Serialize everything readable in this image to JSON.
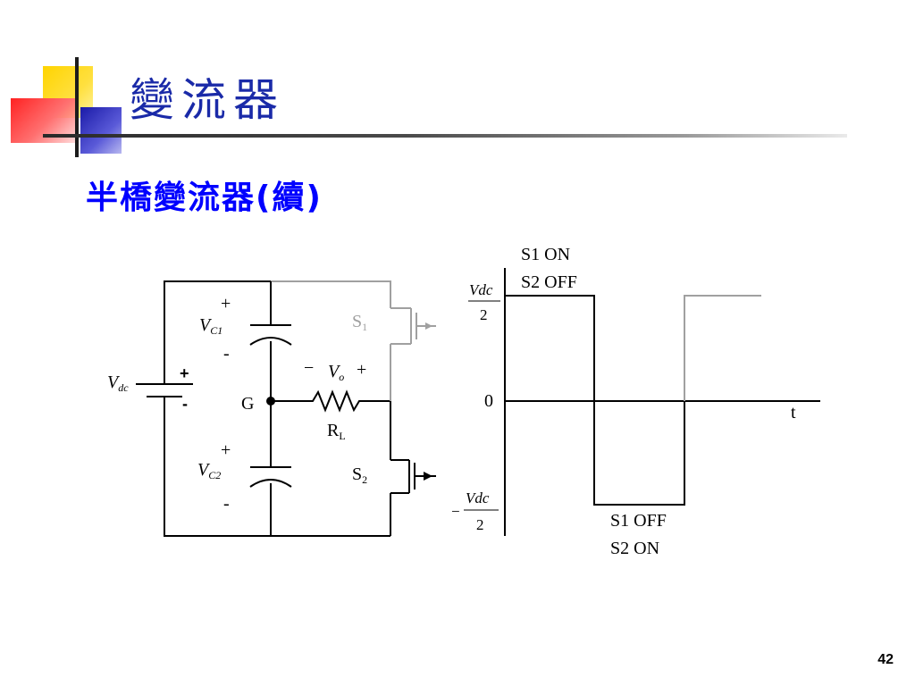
{
  "slide": {
    "title": "變流器",
    "subtitle": "半橋變流器(續)",
    "page_number": "42"
  },
  "circuit": {
    "vdc_label": "V",
    "vdc_sub": "dc",
    "vdc_plus": "+",
    "vdc_minus": "-",
    "vc1_label": "V",
    "vc1_sub": "C1",
    "vc1_plus": "+",
    "vc1_minus": "-",
    "vc2_label": "V",
    "vc2_sub": "C2",
    "vc2_plus": "+",
    "vc2_minus": "-",
    "node_label": "G",
    "vo_minus": "−",
    "vo_label": "V",
    "vo_sub": "o",
    "vo_plus": "+",
    "rl_label": "R",
    "rl_sub": "L",
    "s1_label": "S",
    "s1_sub": "1",
    "s2_label": "S",
    "s2_sub": "2"
  },
  "waveform": {
    "top_annotation_1": "S1 ON",
    "top_annotation_2": "S2 OFF",
    "bottom_annotation_1": "S1 OFF",
    "bottom_annotation_2": "S2 ON",
    "pos_level_num": "Vdc",
    "pos_level_den": "2",
    "zero_label": "0",
    "neg_sign": "−",
    "neg_level_num": "Vdc",
    "neg_level_den": "2",
    "time_axis_label": "t"
  },
  "colors": {
    "title": "#1a2aa8",
    "subtitle": "#0000ff",
    "inactive_wire": "#a0a0a0"
  }
}
